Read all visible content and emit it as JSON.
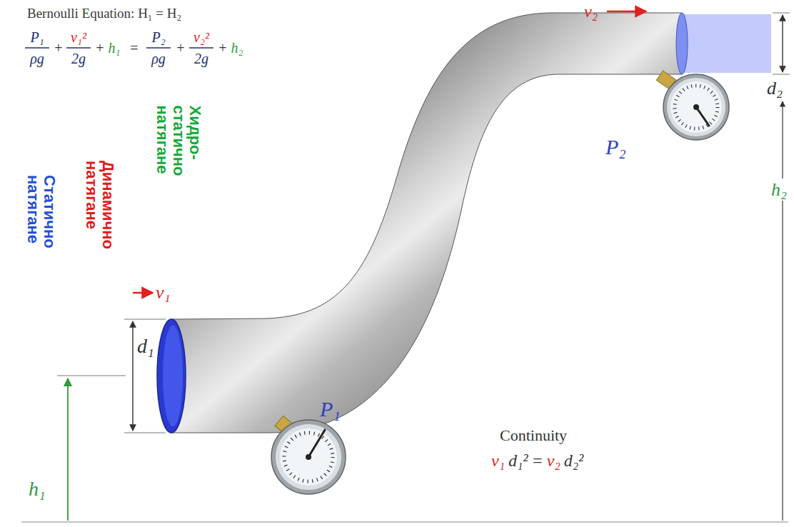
{
  "diagram": {
    "title": "Bernoulli Equation: H₁ = H₂",
    "labels": [
      "P₁",
      "ρg",
      "+",
      "v₁²",
      "2g",
      "+",
      "h₁",
      "=",
      "P₂",
      "ρg",
      "+",
      "v₂²",
      "2g",
      "+",
      "h₂",
      "Статично натягане",
      "Динамично натягане",
      "Хидро- статично натягане",
      "v₂",
      "P₂",
      "d₂",
      "v₁",
      "h₂",
      "d₁",
      "P₁",
      "Continuity",
      "v₁",
      "d₁²",
      "=",
      "v₂",
      "d₂²",
      "h₁"
    ]
  }
}
